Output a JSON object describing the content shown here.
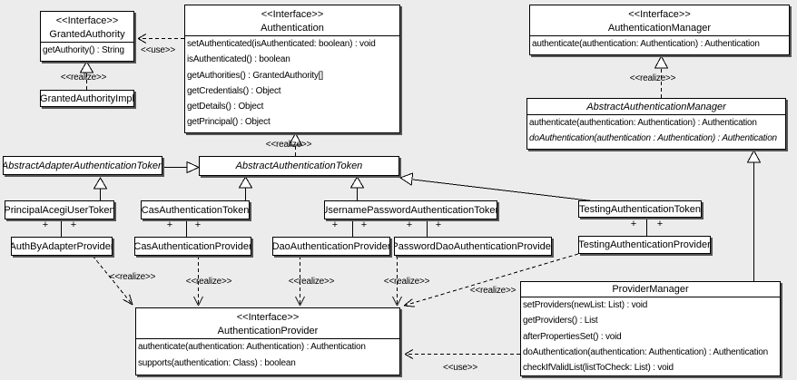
{
  "diagram": {
    "label_realize": "<<realize>>",
    "label_use": "<<use>>",
    "plus": "+"
  },
  "colors": {
    "background": "#ececec",
    "box_fill": "#ffffff",
    "box_border": "#000000",
    "box_shadow": "#555555"
  },
  "classes": {
    "granted_authority": {
      "stereotype": "<<Interface>>",
      "name": "GrantedAuthority",
      "methods": [
        "getAuthority() : String"
      ]
    },
    "granted_authority_impl": {
      "name": "GrantedAuthorityImpl"
    },
    "authentication": {
      "stereotype": "<<Interface>>",
      "name": "Authentication",
      "methods": [
        "setAuthenticated(isAuthenticated: boolean) : void",
        "isAuthenticated() : boolean",
        "getAuthorities() : GrantedAuthority[]",
        "getCredentials() : Object",
        "getDetails() : Object",
        "getPrincipal() : Object"
      ]
    },
    "authentication_manager": {
      "stereotype": "<<Interface>>",
      "name": "AuthenticationManager",
      "methods": [
        "authenticate(authentication: Authentication) : Authentication"
      ]
    },
    "abstract_authentication_manager": {
      "name": "AbstractAuthenticationManager",
      "methods": [
        "authenticate(authentication: Authentication) : Authentication",
        "doAuthentication(authentication : Authentication) : Authentication"
      ]
    },
    "abstract_adapter_authentication_token": {
      "name": "AbstractAdapterAuthenticationToken"
    },
    "abstract_authentication_token": {
      "name": "AbstractAuthenticationToken"
    },
    "principal_acegi_user_token": {
      "name": "PrincipalAcegiUserToken"
    },
    "cas_authentication_token": {
      "name": "CasAuthenticationToken"
    },
    "username_password_authentication_token": {
      "name": "UsernamePasswordAuthenticationToken"
    },
    "testing_authentication_token": {
      "name": "TestingAuthenticationToken"
    },
    "auth_by_adapter_provider": {
      "name": "AuthByAdapterProvider"
    },
    "cas_authentication_provider": {
      "name": "CasAuthenticationProvider"
    },
    "dao_authentication_provider": {
      "name": "DaoAuthenticationProvider"
    },
    "password_dao_authentication_provider": {
      "name": "PasswordDaoAuthenticationProvider"
    },
    "testing_authentication_provider": {
      "name": "TestingAuthenticationProvider"
    },
    "authentication_provider": {
      "stereotype": "<<Interface>>",
      "name": "AuthenticationProvider",
      "methods": [
        "authenticate(authentication: Authentication) : Authentication",
        "supports(authentication: Class) : boolean"
      ]
    },
    "provider_manager": {
      "name": "ProviderManager",
      "methods": [
        "setProviders(newList: List) : void",
        "getProviders() : List",
        "afterPropertiesSet() : void",
        "doAuthentication(authentication: Authentication) : Authentication",
        "checkIfValidList(listToCheck: List) : void"
      ]
    }
  }
}
